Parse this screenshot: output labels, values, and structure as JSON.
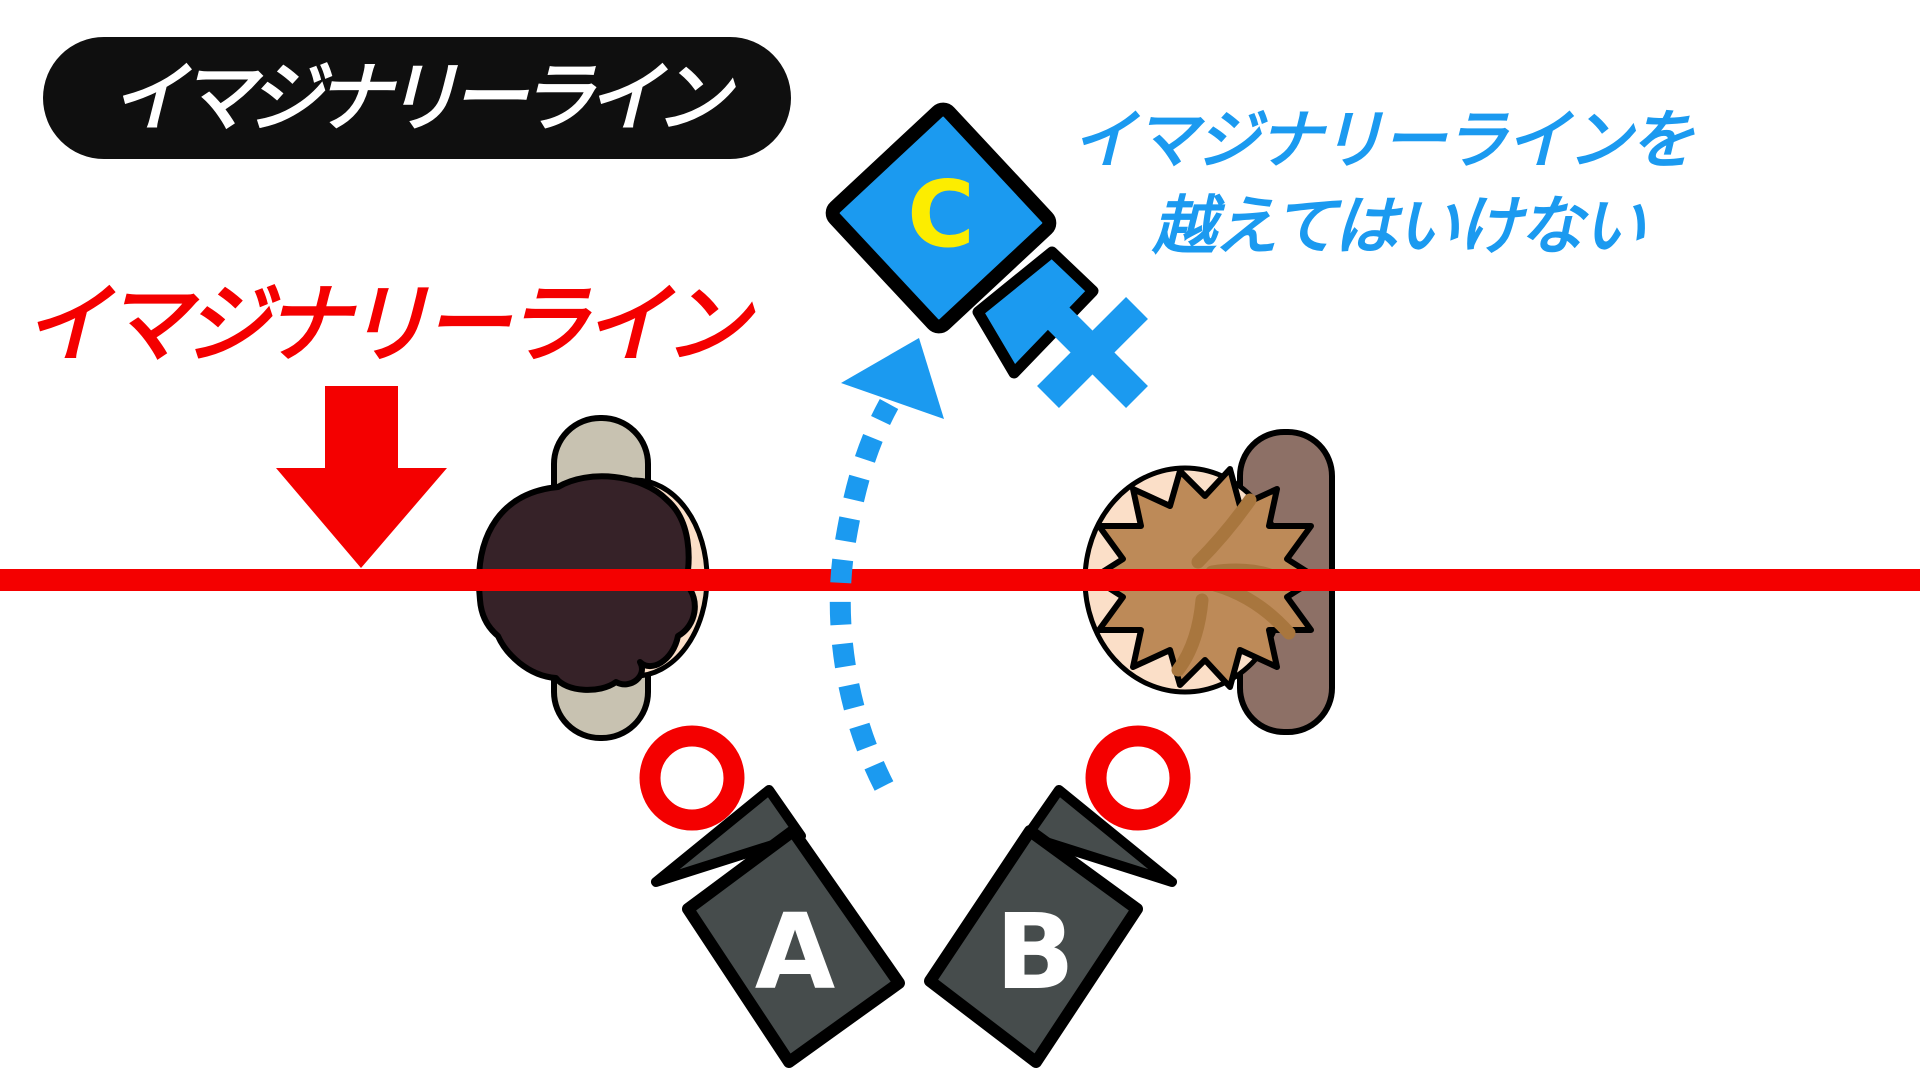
{
  "badge": {
    "label": "イマジナリーライン"
  },
  "line_label": {
    "text": "イマジナリーライン"
  },
  "warning": {
    "line1": "イマジナリーラインを",
    "line2": "越えてはいけない"
  },
  "cameras": {
    "a": {
      "label": "A",
      "mark": "ok"
    },
    "b": {
      "label": "B",
      "mark": "ok"
    },
    "c": {
      "label": "C",
      "mark": "ng"
    }
  },
  "marks": {
    "ok_symbol": "○",
    "ng_symbol": "×"
  },
  "colors": {
    "red": "#f40000",
    "blue": "#1b9af0",
    "yellow": "#fced00",
    "white": "#ffffff",
    "camera_gray": "#464c4c",
    "badge_black": "#0f0f0f",
    "left_hair": "#362228",
    "left_body": "#c8c2b1",
    "right_hair": "#bd8a58",
    "right_hair_streak": "#a8763e",
    "right_body": "#8d7066",
    "skin": "#fbdfc8"
  }
}
